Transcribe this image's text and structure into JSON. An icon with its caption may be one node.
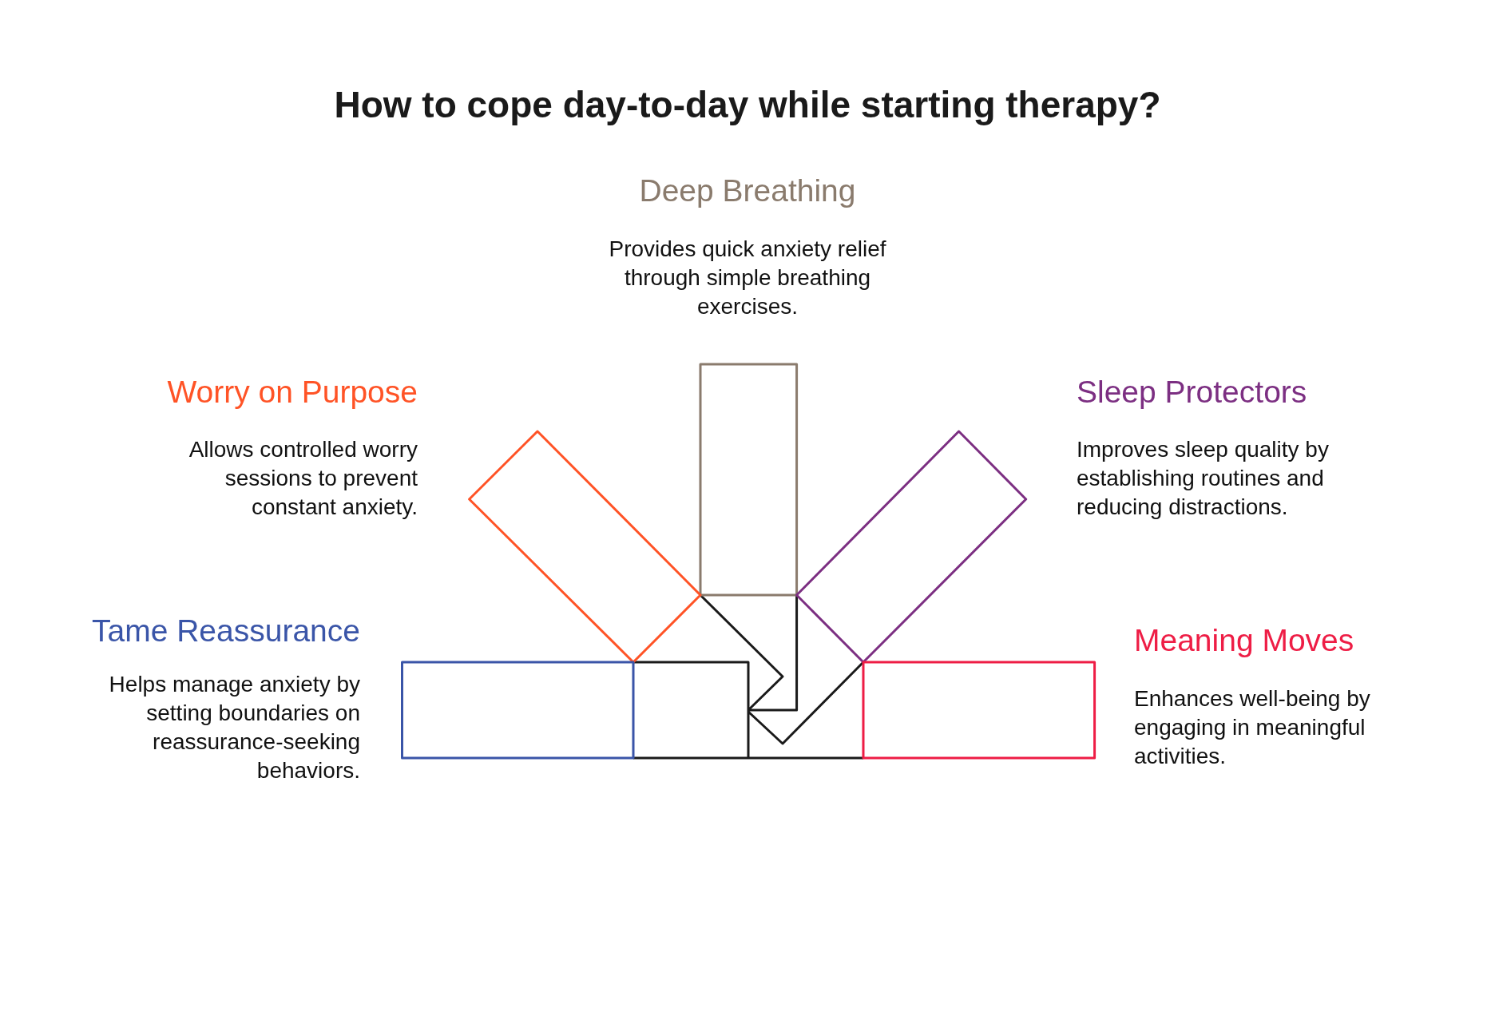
{
  "diagram": {
    "title": "How to cope day-to-day while starting therapy?",
    "nodes": [
      {
        "text": [
          "Deep Breathing",
          "Provides quick anxiety relief through simple breathing exercises."
        ]
      },
      {
        "text": [
          "Worry on Purpose",
          "Allows controlled worry sessions to prevent constant anxiety."
        ]
      },
      {
        "text": [
          "Sleep Protectors",
          "Improves sleep quality by establishing routines and reducing distractions."
        ]
      },
      {
        "text": [
          "Tame Reassurance",
          "Helps manage anxiety by setting boundaries on reassurance-seeking behaviors."
        ]
      },
      {
        "text": [
          "Meaning Moves",
          "Enhances well-being by engaging in meaningful activities."
        ]
      }
    ]
  }
}
